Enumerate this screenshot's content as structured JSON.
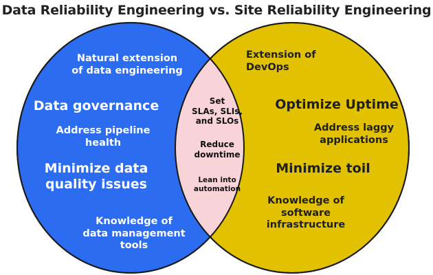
{
  "title": "Data Reliability Engineering vs. Site Reliability Engineering",
  "colors": {
    "left_circle": "#2b6cf0",
    "right_circle": "#e2c200",
    "overlap": "#f8d3d8",
    "outline": "#1a1a1a"
  },
  "left": {
    "items": [
      [
        "Natural extension",
        "of data engineering"
      ],
      [
        "Data governance"
      ],
      [
        "Address pipeline",
        "health"
      ],
      [
        "Minimize data",
        "quality issues"
      ],
      [
        "Knowledge of",
        "data management",
        "tools"
      ]
    ]
  },
  "overlap": {
    "items": [
      [
        "Set",
        "SLAs, SLIs,",
        "and SLOs"
      ],
      [
        "Reduce",
        "downtime"
      ],
      [
        "Lean into",
        "automation"
      ]
    ]
  },
  "right": {
    "items": [
      [
        "Extension of",
        "DevOps"
      ],
      [
        "Optimize Uptime"
      ],
      [
        "Address laggy",
        "applications"
      ],
      [
        "Minimize toil"
      ],
      [
        "Knowledge of",
        "software",
        "infrastructure"
      ]
    ]
  }
}
